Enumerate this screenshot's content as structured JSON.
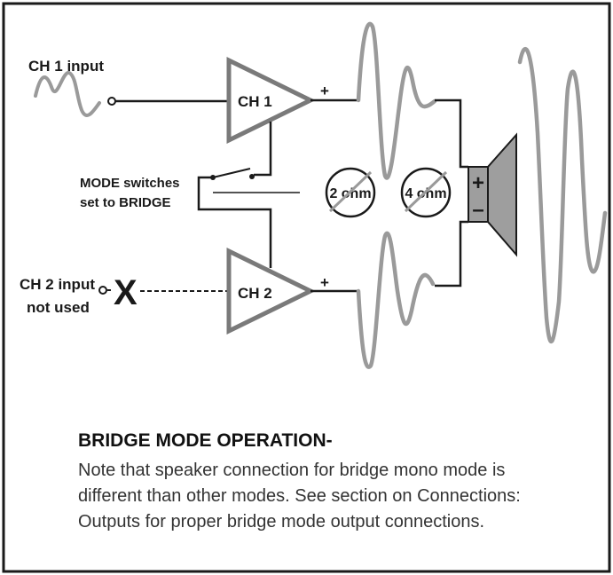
{
  "labels": {
    "ch1_input": "CH 1 input",
    "ch2_input_line1": "CH 2 input",
    "ch2_input_line2": "not used",
    "mode_line1": "MODE switches",
    "mode_line2": "set to BRIDGE"
  },
  "amplifiers": {
    "ch1": "CH 1",
    "ch2": "CH 2"
  },
  "output_signs": {
    "ch1": "+",
    "ch2": "+"
  },
  "loads": {
    "load_a": "2 ohm",
    "load_b": "4 ohm"
  },
  "speaker": {
    "plus": "+",
    "minus": "–"
  },
  "unused_mark": "X",
  "note": {
    "heading": "BRIDGE MODE OPERATION-",
    "lines": [
      "Note that speaker connection for bridge mono mode is",
      "different than other modes. See section on Connections:",
      "Outputs for proper bridge mode output connections."
    ]
  },
  "colors": {
    "line": "#1a1a1a",
    "waveform": "#9a9a9a",
    "speaker_fill": "#9e9e9e",
    "border": "#1a1a1a"
  }
}
